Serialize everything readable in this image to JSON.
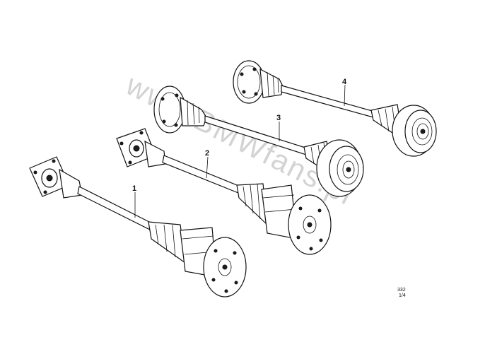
{
  "diagram": {
    "callouts": [
      {
        "id": "1",
        "label": "1"
      },
      {
        "id": "2",
        "label": "2"
      },
      {
        "id": "3",
        "label": "3"
      },
      {
        "id": "4",
        "label": "4"
      }
    ],
    "reference_code": "332",
    "reference_sub": "1/4",
    "watermark_text": "www.BMWfans.pl"
  }
}
